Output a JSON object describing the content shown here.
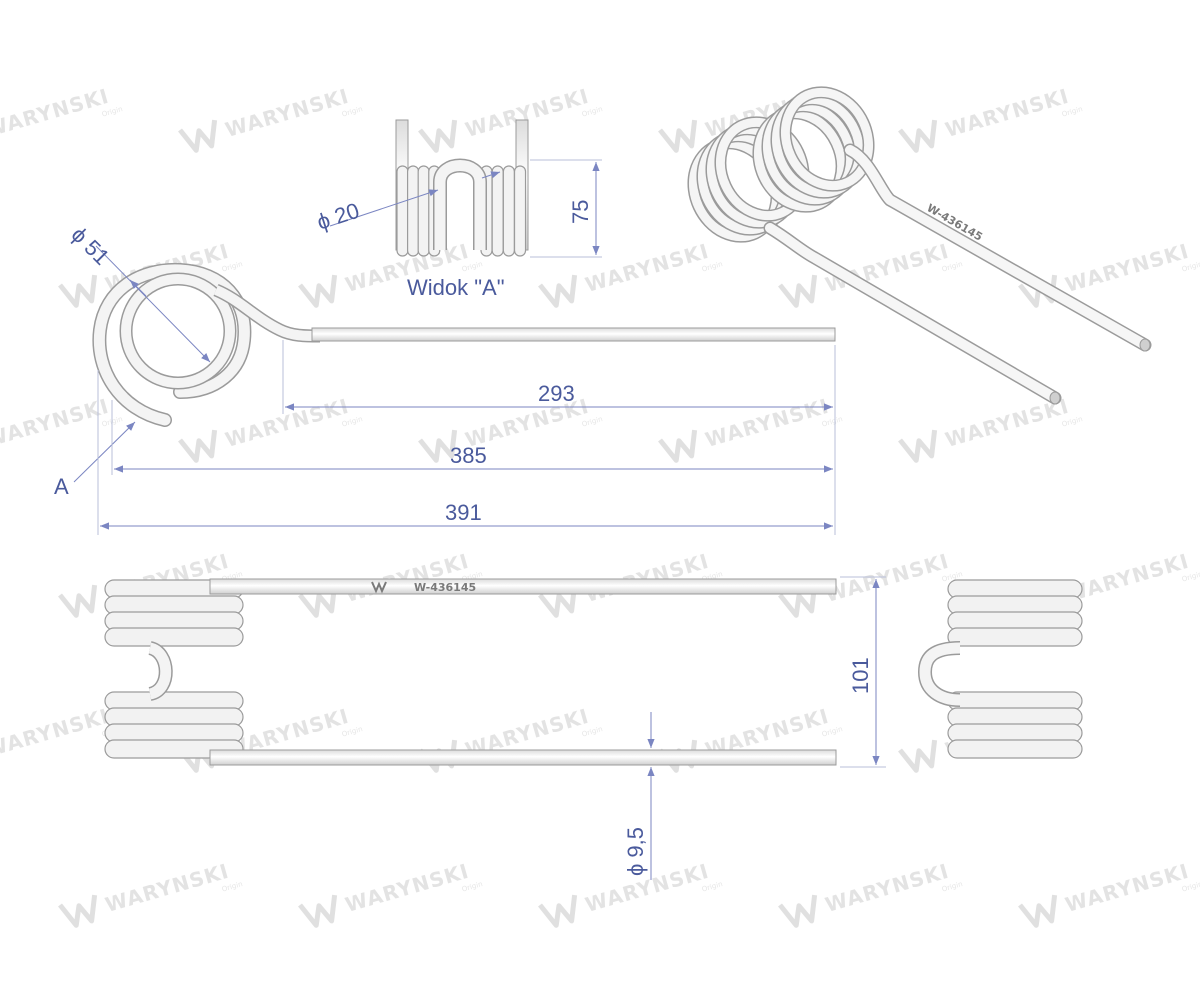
{
  "watermark": {
    "brand": "WARYNSKI",
    "sub": "Origin"
  },
  "part": {
    "code": "W-436145"
  },
  "labels": {
    "view_a_title": "Widok \"A\"",
    "view_a_marker": "A"
  },
  "dimensions": {
    "coil_diameter": "ϕ 51",
    "loop_diameter": "ϕ 20",
    "loop_height": "75",
    "tine_straight_length": "293",
    "length_385": "385",
    "overall_length": "391",
    "width": "101",
    "wire_diameter": "ϕ 9,5"
  },
  "colors": {
    "dimension": "#4a5a9c",
    "steel_edge": "#9a9a9a",
    "steel_fill": "#f1f1f1"
  }
}
